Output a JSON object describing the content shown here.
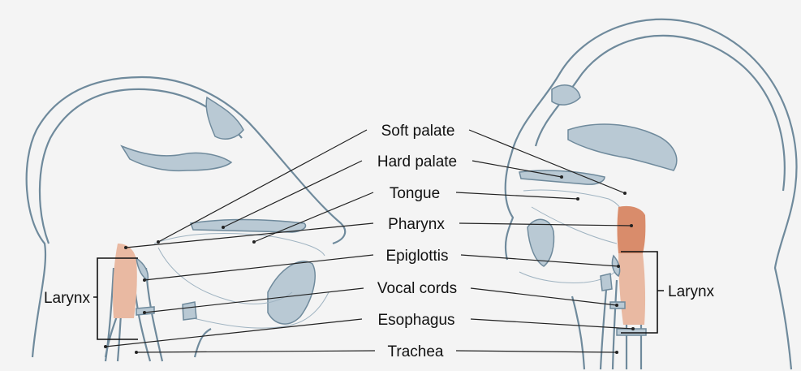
{
  "labels": {
    "soft_palate": "Soft palate",
    "hard_palate": "Hard palate",
    "tongue": "Tongue",
    "pharynx": "Pharynx",
    "epiglottis": "Epiglottis",
    "vocal_cords": "Vocal cords",
    "esophagus": "Esophagus",
    "trachea": "Trachea",
    "larynx_left": "Larynx",
    "larynx_right": "Larynx"
  },
  "colors": {
    "background": "#f4f4f4",
    "tissue_outline": "#6f8a9c",
    "bone_fill": "#b9c9d4",
    "larynx_tint": "#e9b9a2",
    "pharynx_tint": "#d98c6b"
  }
}
